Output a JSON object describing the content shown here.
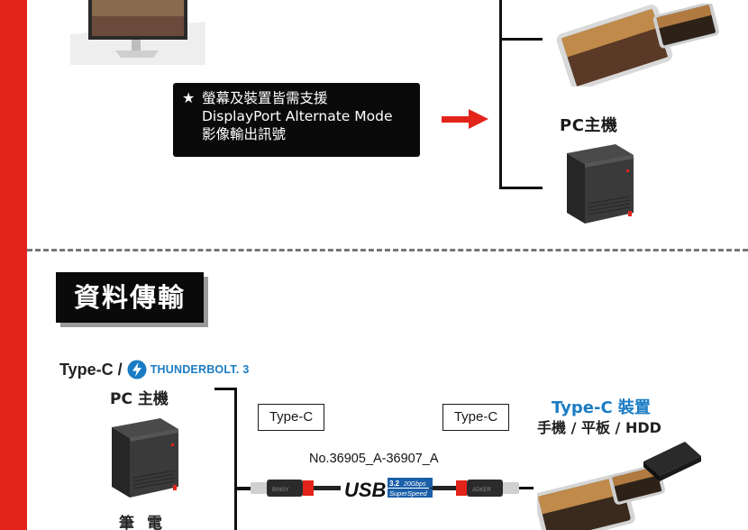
{
  "top_section": {
    "notice": {
      "star": "★",
      "line1": "螢幕及裝置皆需支援",
      "line2": "DisplayPort Alternate Mode",
      "line3": "影像輸出訊號"
    },
    "pc_label": "PC主機"
  },
  "bottom_section": {
    "title": "資料傳輸",
    "typec_text": "Type-C",
    "slash": "/",
    "thunderbolt_text": "THUNDERBOLT.",
    "thunderbolt_version": "3",
    "pc_label": "PC 主機",
    "laptop_label": "筆電",
    "left_tag": "Type-C",
    "right_tag": "Type-C",
    "model_number": "No.36905_A-36907_A",
    "cable_logo": {
      "usb": "USB",
      "version": "3.2",
      "speed": "20Gbps",
      "sub": "SuperSpeed",
      "connector_left": "BINGY",
      "connector_right": "ADKER"
    },
    "device_title": "Type-C 裝置",
    "device_sub": "手機 / 平板 / HDD"
  },
  "colors": {
    "brand_red": "#e3241b",
    "accent_blue": "#1b7cc4",
    "box_black": "#0a0a0a"
  },
  "icons": {
    "star": "star-icon",
    "arrow": "right-arrow-icon",
    "thunderbolt": "thunderbolt-icon"
  }
}
